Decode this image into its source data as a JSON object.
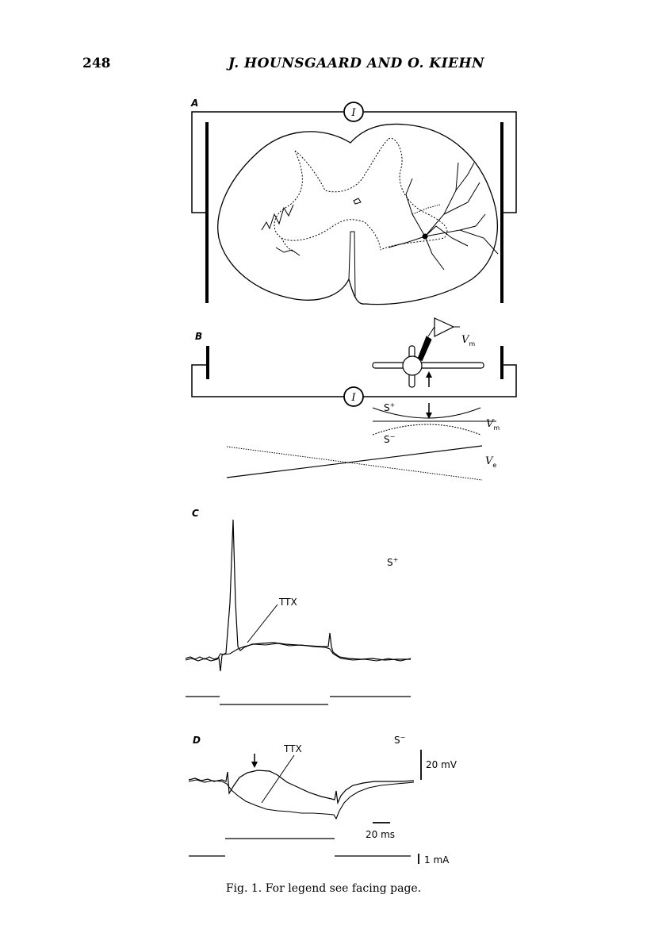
{
  "header": {
    "page_number": "248",
    "running_title": "J. HOUNSGAARD AND O. KIEHN"
  },
  "figure": {
    "panel_a": {
      "label": "A",
      "current_symbol": "I"
    },
    "panel_b": {
      "label": "B",
      "current_symbol": "I",
      "vm_label": "V",
      "vm_sub": "m",
      "s_plus": "S",
      "s_plus_sup": "+",
      "s_minus": "S",
      "s_minus_sup": "−",
      "ve_label": "V",
      "ve_sub": "e"
    },
    "panel_c": {
      "label": "C",
      "condition": "S",
      "condition_sup": "+",
      "ttx_label": "TTX"
    },
    "panel_d": {
      "label": "D",
      "condition": "S",
      "condition_sup": "−",
      "ttx_label": "TTX",
      "scale_voltage": "20 mV",
      "scale_time": "20 ms",
      "scale_current": "1 mA"
    }
  },
  "caption": "Fig. 1. For legend see facing page."
}
